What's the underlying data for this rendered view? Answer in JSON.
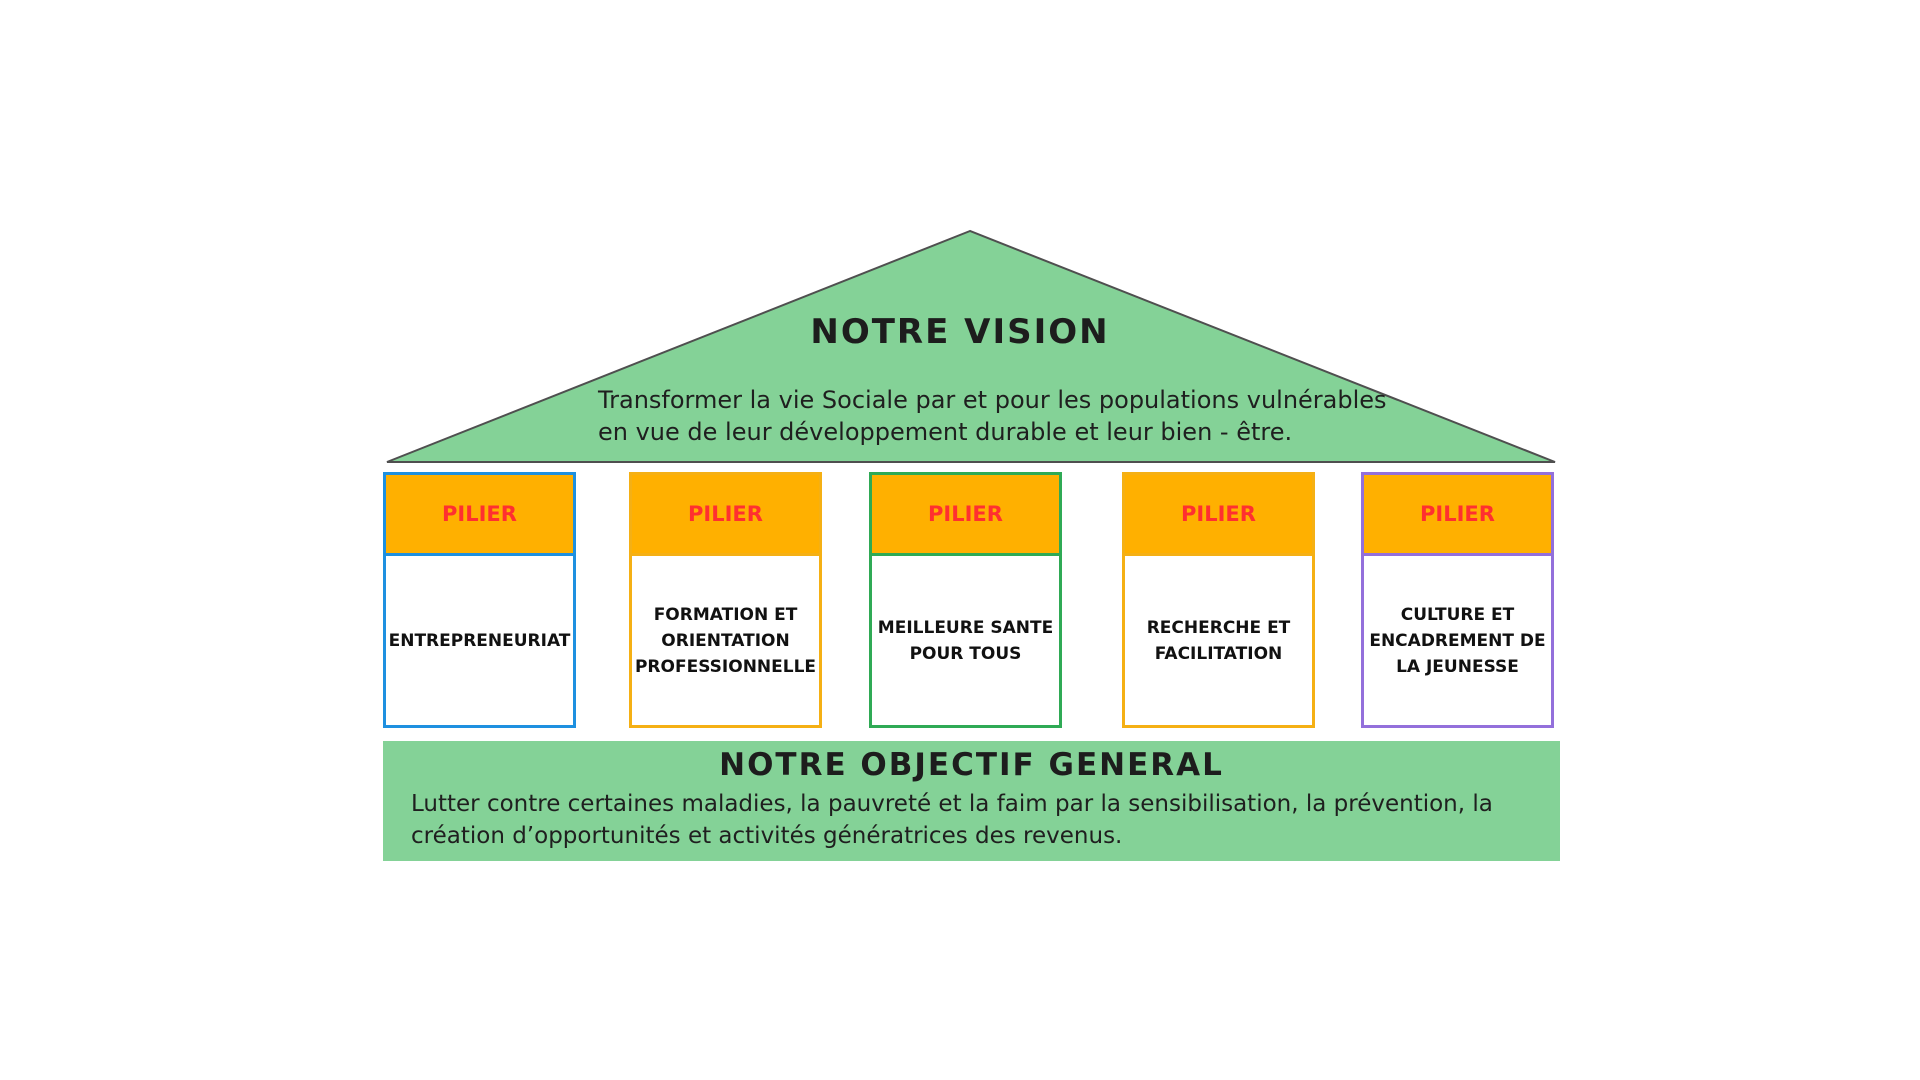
{
  "vision": {
    "title": "NOTRE VISION",
    "lines": [
      "Transformer la vie Sociale par et pour les populations vulnérables",
      "en vue de leur développement durable et leur bien - être."
    ]
  },
  "pillars": [
    {
      "head": "PILIER",
      "lines": [
        "ENTREPRENEURIAT"
      ]
    },
    {
      "head": "PILIER",
      "lines": [
        "FORMATION ET",
        "ORIENTATION",
        "PROFESSIONNELLE"
      ]
    },
    {
      "head": "PILIER",
      "lines": [
        "MEILLEURE SANTE",
        "POUR TOUS"
      ]
    },
    {
      "head": "PILIER",
      "lines": [
        "RECHERCHE ET",
        "FACILITATION"
      ]
    },
    {
      "head": "PILIER",
      "lines": [
        "CULTURE ET",
        "ENCADREMENT DE",
        "LA JEUNESSE"
      ]
    }
  ],
  "objective": {
    "title": "NOTRE OBJECTIF GENERAL",
    "lines": [
      "Lutter contre certaines maladies, la pauvreté et la faim par la sensibilisation, la prévention, la",
      "création d’opportunités et activités génératrices des revenus."
    ]
  },
  "colors": {
    "roof_fill": "#84d297",
    "pillar_head": "#ffb000",
    "pillar_head_text": "#ff3030",
    "pillar_borders": [
      "#1e90e0",
      "#f5b014",
      "#2faa55",
      "#f5b014",
      "#9370db"
    ],
    "objective_fill": "#84d297"
  }
}
